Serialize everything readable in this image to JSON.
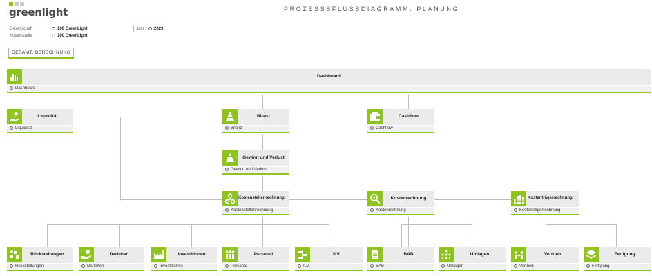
{
  "app": {
    "logo_text": "greenlight",
    "title": "PROZESSSFLUSSDIAGRAMM. PLANUNG"
  },
  "filters": {
    "gesellschaft_label": "Gesellschaft",
    "gesellschaft_value": "100 GreenLight",
    "kostenstelle_label": "Kostenstelle",
    "kostenstelle_value": "100 GreenLight",
    "jahr_label": "Jahr",
    "jahr_value": "2023"
  },
  "toolbar": {
    "calc_label": "GESAMT. BERECHNUNG"
  },
  "colors": {
    "accent": "#8fc31f",
    "header_bg": "#ebebeb",
    "line": "#bdbdbd"
  },
  "nodes": {
    "dashboard": {
      "title": "Dashboard",
      "link": "Dashboard",
      "icon": "bar-chart-icon"
    },
    "liquiditaet": {
      "title": "Liquidität",
      "link": "Liquidität",
      "icon": "liquidity-icon"
    },
    "bilanz": {
      "title": "Bilanz",
      "link": "Bilanz",
      "icon": "pyramid-icon"
    },
    "cashflow": {
      "title": "Cashflow",
      "link": "Cashflow",
      "icon": "wallet-icon"
    },
    "guv": {
      "title": "Gewinn und Verlust",
      "link": "Gewinn und Verlust",
      "icon": "pyramid-icon"
    },
    "kostenstellen": {
      "title": "Kostenstellenrechnung",
      "link": "Kostenstellenrechnung",
      "icon": "cost-center-icon"
    },
    "kosten": {
      "title": "Kostenrechnung",
      "link": "Kostenrechnung",
      "icon": "magnifier-icon"
    },
    "kostentraeger": {
      "title": "Kostenträgerrechnung",
      "link": "Kostenträgerrechnung",
      "icon": "stacked-bars-icon"
    },
    "rueckstellungen": {
      "title": "Rückstellungen",
      "link": "Rückstellungen",
      "icon": "provisions-icon"
    },
    "darlehen": {
      "title": "Darlehen",
      "link": "Darlehen",
      "icon": "loan-icon"
    },
    "investitionen": {
      "title": "Investitionen",
      "link": "Investitionen",
      "icon": "factory-icon"
    },
    "personal": {
      "title": "Personal",
      "link": "Personal",
      "icon": "people-icon"
    },
    "ilv": {
      "title": "ILV",
      "link": "ILV",
      "icon": "transfer-icon"
    },
    "bab": {
      "title": "BAB",
      "link": "BAB",
      "icon": "document-icon"
    },
    "umlagen": {
      "title": "Umlagen",
      "link": "Umlagen",
      "icon": "allocation-icon"
    },
    "vertrieb": {
      "title": "Vertrieb",
      "link": "Vertrieb",
      "icon": "sales-icon"
    },
    "fertigung": {
      "title": "Fertigung",
      "link": "Fertigung",
      "icon": "layers-icon"
    }
  }
}
